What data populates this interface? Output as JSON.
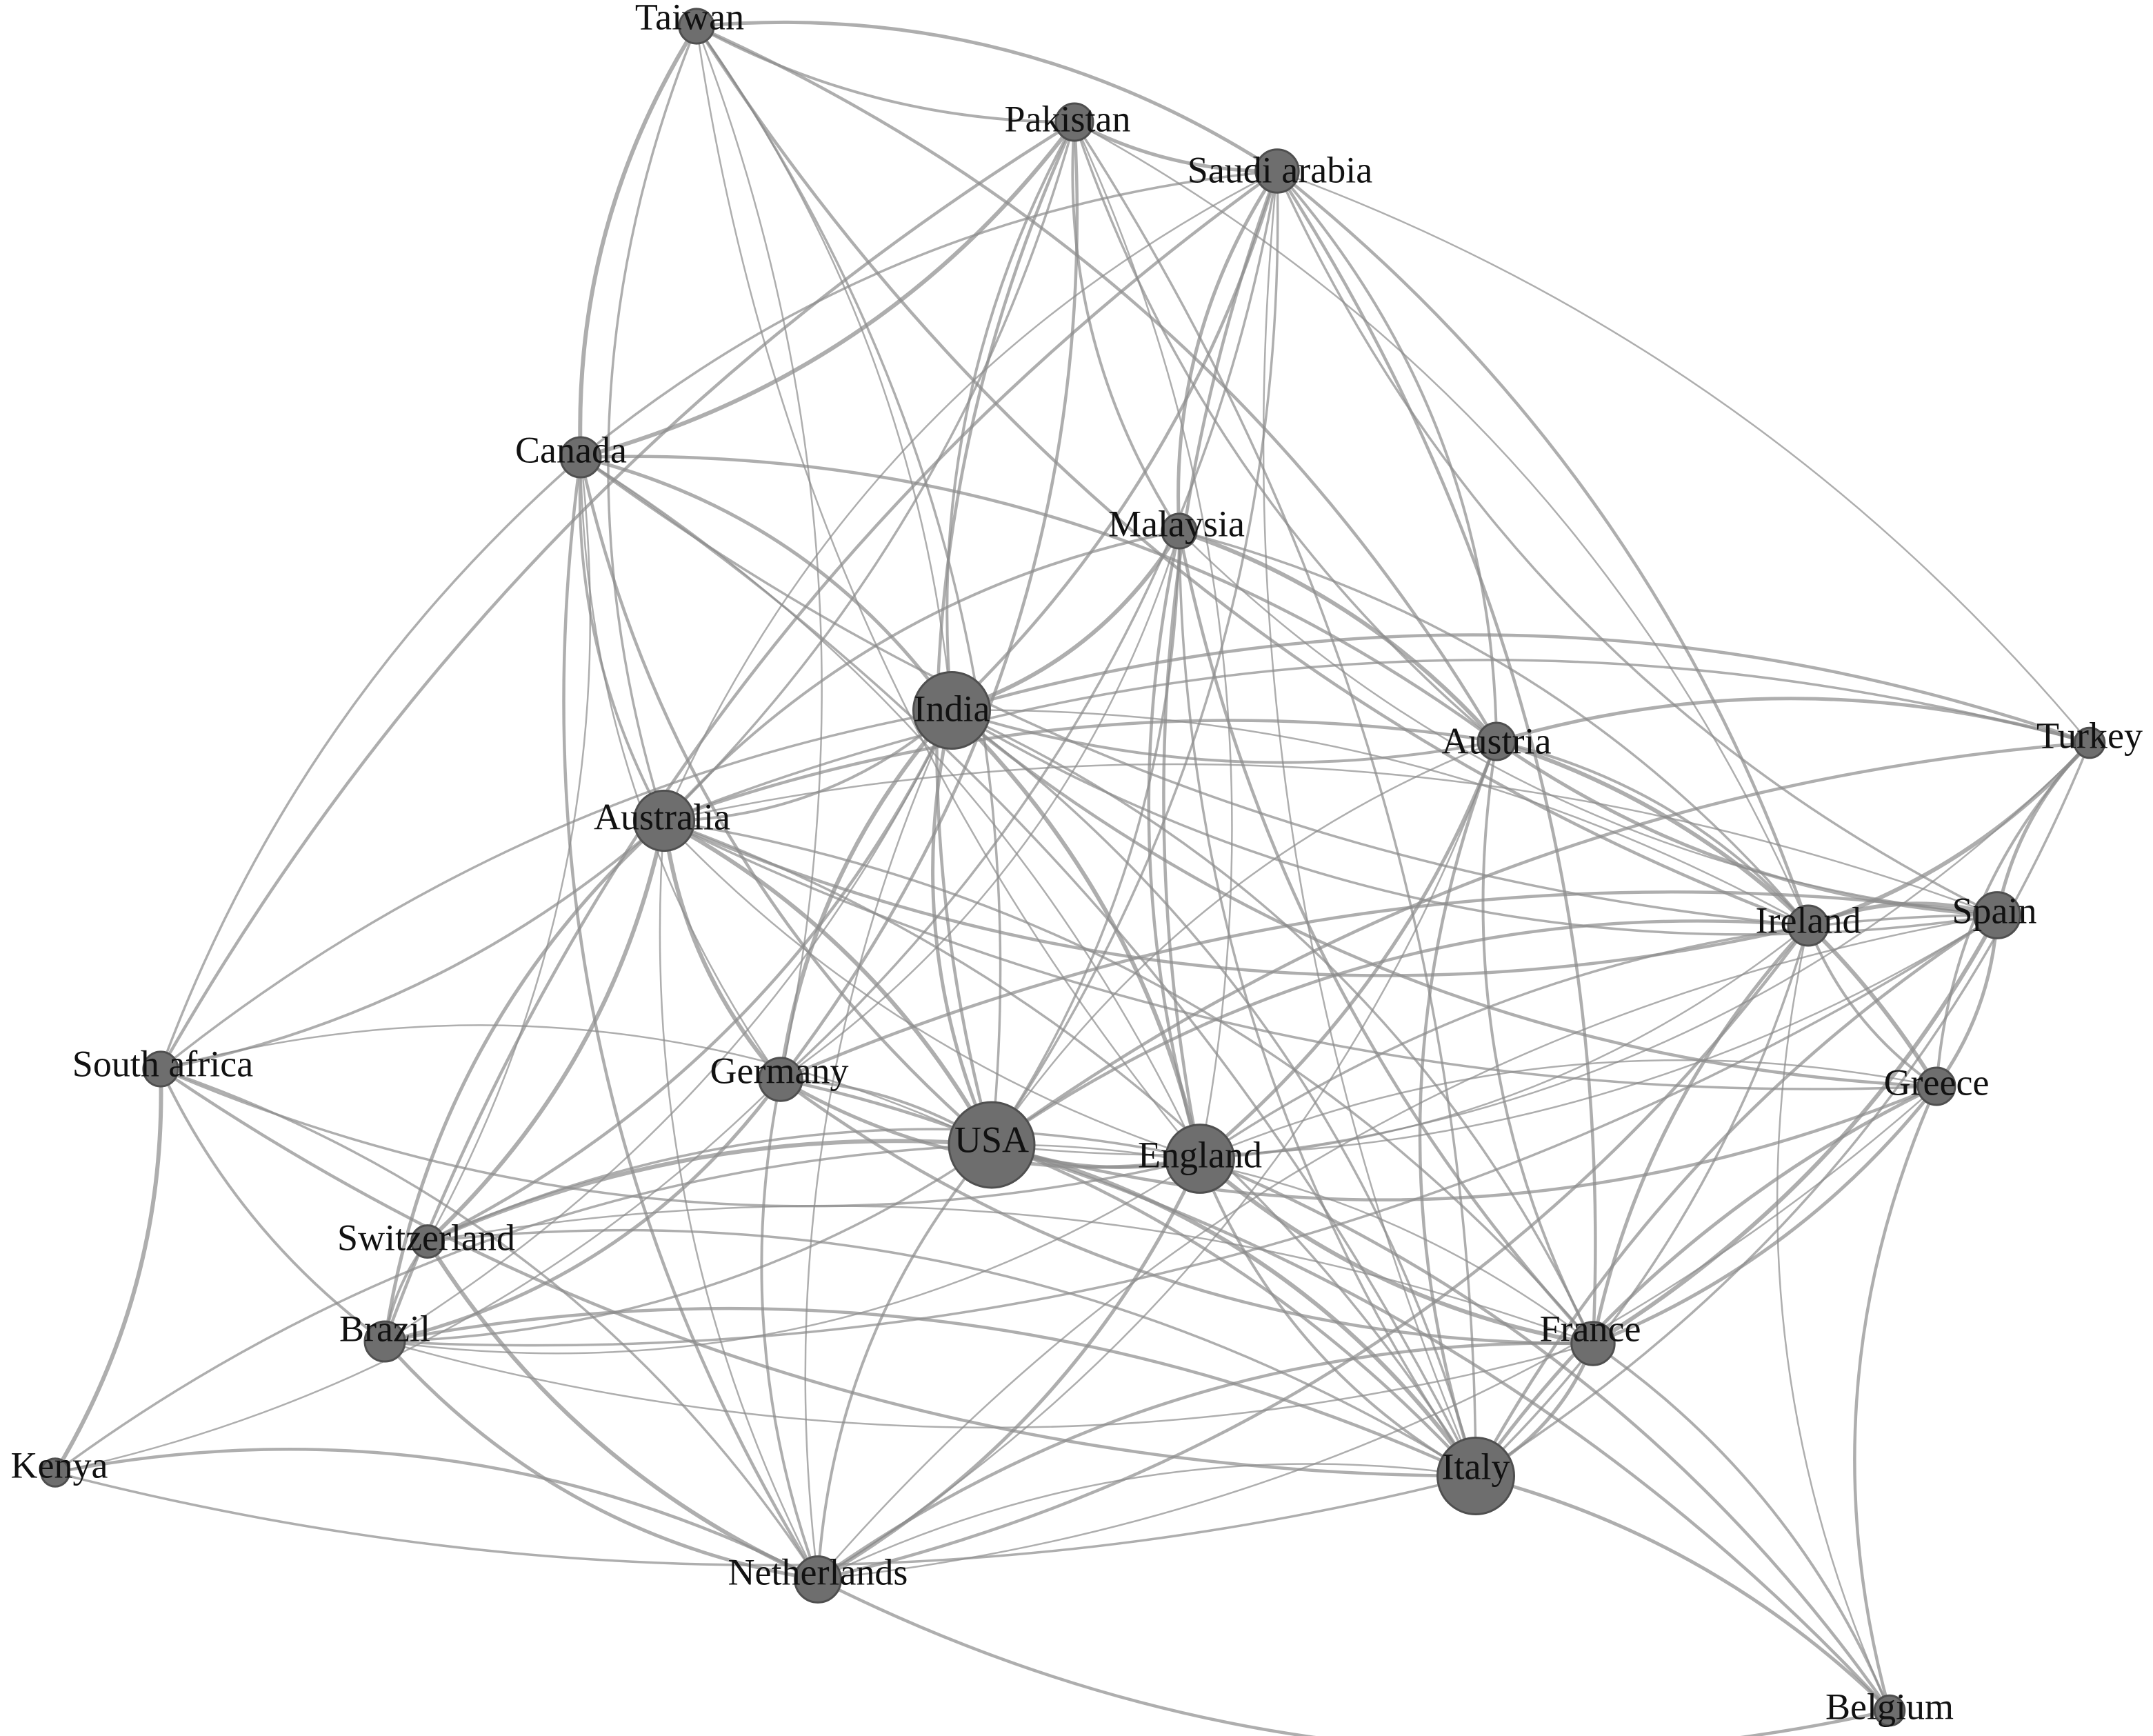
{
  "colors": {
    "background": "#ffffff",
    "edge": "#8c8c8c",
    "node_fill": "#6e6e6e",
    "node_stroke": "#4f4f4f",
    "label": "#111111"
  },
  "network": {
    "nodes": [
      {
        "id": "taiwan",
        "label": "Taiwan",
        "degree": 16
      },
      {
        "id": "pakistan",
        "label": "Pakistan",
        "degree": 18
      },
      {
        "id": "saudi",
        "label": "Saudi arabia",
        "degree": 22
      },
      {
        "id": "canada",
        "label": "Canada",
        "degree": 20
      },
      {
        "id": "malaysia",
        "label": "Malaysia",
        "degree": 16
      },
      {
        "id": "india",
        "label": "India",
        "degree": 40
      },
      {
        "id": "austria",
        "label": "Austria",
        "degree": 18
      },
      {
        "id": "turkey",
        "label": "Turkey",
        "degree": 12
      },
      {
        "id": "australia",
        "label": "Australia",
        "degree": 32
      },
      {
        "id": "ireland",
        "label": "Ireland",
        "degree": 20
      },
      {
        "id": "spain",
        "label": "Spain",
        "degree": 24
      },
      {
        "id": "southafrica",
        "label": "South africa",
        "degree": 16
      },
      {
        "id": "germany",
        "label": "Germany",
        "degree": 22
      },
      {
        "id": "greece",
        "label": "Greece",
        "degree": 18
      },
      {
        "id": "usa",
        "label": "USA",
        "degree": 44
      },
      {
        "id": "england",
        "label": "England",
        "degree": 36
      },
      {
        "id": "switzerland",
        "label": "Switzerland",
        "degree": 14
      },
      {
        "id": "brazil",
        "label": "Brazil",
        "degree": 20
      },
      {
        "id": "france",
        "label": "France",
        "degree": 22
      },
      {
        "id": "kenya",
        "label": "Kenya",
        "degree": 10
      },
      {
        "id": "italy",
        "label": "Italy",
        "degree": 40
      },
      {
        "id": "netherlands",
        "label": "Netherlands",
        "degree": 24
      },
      {
        "id": "belgium",
        "label": "Belgium",
        "degree": 12
      }
    ],
    "edges": [
      [
        "taiwan",
        "pakistan"
      ],
      [
        "taiwan",
        "saudi"
      ],
      [
        "taiwan",
        "canada"
      ],
      [
        "taiwan",
        "india"
      ],
      [
        "taiwan",
        "australia"
      ],
      [
        "taiwan",
        "austria"
      ],
      [
        "taiwan",
        "england"
      ],
      [
        "taiwan",
        "usa"
      ],
      [
        "taiwan",
        "ireland"
      ],
      [
        "taiwan",
        "germany"
      ],
      [
        "pakistan",
        "saudi"
      ],
      [
        "pakistan",
        "canada"
      ],
      [
        "pakistan",
        "india"
      ],
      [
        "pakistan",
        "australia"
      ],
      [
        "pakistan",
        "usa"
      ],
      [
        "pakistan",
        "england"
      ],
      [
        "pakistan",
        "austria"
      ],
      [
        "pakistan",
        "germany"
      ],
      [
        "pakistan",
        "malaysia"
      ],
      [
        "pakistan",
        "italy"
      ],
      [
        "pakistan",
        "southafrica"
      ],
      [
        "pakistan",
        "ireland"
      ],
      [
        "saudi",
        "canada"
      ],
      [
        "saudi",
        "india"
      ],
      [
        "saudi",
        "australia"
      ],
      [
        "saudi",
        "usa"
      ],
      [
        "saudi",
        "england"
      ],
      [
        "saudi",
        "austria"
      ],
      [
        "saudi",
        "malaysia"
      ],
      [
        "saudi",
        "ireland"
      ],
      [
        "saudi",
        "italy"
      ],
      [
        "saudi",
        "germany"
      ],
      [
        "saudi",
        "brazil"
      ],
      [
        "saudi",
        "turkey"
      ],
      [
        "saudi",
        "spain"
      ],
      [
        "saudi",
        "france"
      ],
      [
        "canada",
        "australia"
      ],
      [
        "canada",
        "india"
      ],
      [
        "canada",
        "usa"
      ],
      [
        "canada",
        "england"
      ],
      [
        "canada",
        "southafrica"
      ],
      [
        "canada",
        "austria"
      ],
      [
        "canada",
        "germany"
      ],
      [
        "canada",
        "italy"
      ],
      [
        "canada",
        "netherlands"
      ],
      [
        "canada",
        "switzerland"
      ],
      [
        "canada",
        "ireland"
      ],
      [
        "malaysia",
        "india"
      ],
      [
        "malaysia",
        "australia"
      ],
      [
        "malaysia",
        "usa"
      ],
      [
        "malaysia",
        "england"
      ],
      [
        "malaysia",
        "germany"
      ],
      [
        "malaysia",
        "italy"
      ],
      [
        "malaysia",
        "austria"
      ],
      [
        "malaysia",
        "spain"
      ],
      [
        "malaysia",
        "ireland"
      ],
      [
        "malaysia",
        "france"
      ],
      [
        "india",
        "australia"
      ],
      [
        "india",
        "usa"
      ],
      [
        "india",
        "england"
      ],
      [
        "india",
        "austria"
      ],
      [
        "india",
        "italy"
      ],
      [
        "india",
        "germany"
      ],
      [
        "india",
        "ireland"
      ],
      [
        "india",
        "spain"
      ],
      [
        "india",
        "turkey"
      ],
      [
        "india",
        "netherlands"
      ],
      [
        "india",
        "france"
      ],
      [
        "india",
        "greece"
      ],
      [
        "india",
        "brazil"
      ],
      [
        "india",
        "southafrica"
      ],
      [
        "india",
        "switzerland"
      ],
      [
        "austria",
        "usa"
      ],
      [
        "austria",
        "england"
      ],
      [
        "austria",
        "italy"
      ],
      [
        "austria",
        "ireland"
      ],
      [
        "austria",
        "spain"
      ],
      [
        "austria",
        "greece"
      ],
      [
        "austria",
        "france"
      ],
      [
        "austria",
        "turkey"
      ],
      [
        "austria",
        "australia"
      ],
      [
        "austria",
        "netherlands"
      ],
      [
        "turkey",
        "spain"
      ],
      [
        "turkey",
        "ireland"
      ],
      [
        "turkey",
        "greece"
      ],
      [
        "turkey",
        "italy"
      ],
      [
        "turkey",
        "usa"
      ],
      [
        "turkey",
        "england"
      ],
      [
        "turkey",
        "australia"
      ],
      [
        "australia",
        "usa"
      ],
      [
        "australia",
        "england"
      ],
      [
        "australia",
        "italy"
      ],
      [
        "australia",
        "germany"
      ],
      [
        "australia",
        "southafrica"
      ],
      [
        "australia",
        "brazil"
      ],
      [
        "australia",
        "switzerland"
      ],
      [
        "australia",
        "netherlands"
      ],
      [
        "australia",
        "france"
      ],
      [
        "australia",
        "ireland"
      ],
      [
        "australia",
        "spain"
      ],
      [
        "australia",
        "greece"
      ],
      [
        "ireland",
        "spain"
      ],
      [
        "ireland",
        "greece"
      ],
      [
        "ireland",
        "italy"
      ],
      [
        "ireland",
        "usa"
      ],
      [
        "ireland",
        "england"
      ],
      [
        "ireland",
        "france"
      ],
      [
        "ireland",
        "netherlands"
      ],
      [
        "ireland",
        "belgium"
      ],
      [
        "spain",
        "greece"
      ],
      [
        "spain",
        "italy"
      ],
      [
        "spain",
        "usa"
      ],
      [
        "spain",
        "england"
      ],
      [
        "spain",
        "france"
      ],
      [
        "spain",
        "netherlands"
      ],
      [
        "spain",
        "brazil"
      ],
      [
        "spain",
        "germany"
      ],
      [
        "southafrica",
        "usa"
      ],
      [
        "southafrica",
        "england"
      ],
      [
        "southafrica",
        "kenya"
      ],
      [
        "southafrica",
        "brazil"
      ],
      [
        "southafrica",
        "netherlands"
      ],
      [
        "southafrica",
        "italy"
      ],
      [
        "germany",
        "usa"
      ],
      [
        "germany",
        "england"
      ],
      [
        "germany",
        "italy"
      ],
      [
        "germany",
        "netherlands"
      ],
      [
        "germany",
        "brazil"
      ],
      [
        "germany",
        "france"
      ],
      [
        "germany",
        "kenya"
      ],
      [
        "greece",
        "italy"
      ],
      [
        "greece",
        "usa"
      ],
      [
        "greece",
        "england"
      ],
      [
        "greece",
        "france"
      ],
      [
        "greece",
        "belgium"
      ],
      [
        "greece",
        "netherlands"
      ],
      [
        "usa",
        "england"
      ],
      [
        "usa",
        "italy"
      ],
      [
        "usa",
        "netherlands"
      ],
      [
        "usa",
        "brazil"
      ],
      [
        "usa",
        "switzerland"
      ],
      [
        "usa",
        "france"
      ],
      [
        "usa",
        "kenya"
      ],
      [
        "usa",
        "belgium"
      ],
      [
        "england",
        "italy"
      ],
      [
        "england",
        "netherlands"
      ],
      [
        "england",
        "france"
      ],
      [
        "england",
        "brazil"
      ],
      [
        "england",
        "switzerland"
      ],
      [
        "england",
        "belgium"
      ],
      [
        "switzerland",
        "brazil"
      ],
      [
        "switzerland",
        "italy"
      ],
      [
        "switzerland",
        "netherlands"
      ],
      [
        "switzerland",
        "france"
      ],
      [
        "brazil",
        "netherlands"
      ],
      [
        "brazil",
        "italy"
      ],
      [
        "brazil",
        "france"
      ],
      [
        "france",
        "italy"
      ],
      [
        "france",
        "netherlands"
      ],
      [
        "france",
        "belgium"
      ],
      [
        "kenya",
        "italy"
      ],
      [
        "kenya",
        "netherlands"
      ],
      [
        "italy",
        "netherlands"
      ],
      [
        "italy",
        "belgium"
      ],
      [
        "netherlands",
        "belgium"
      ]
    ]
  }
}
